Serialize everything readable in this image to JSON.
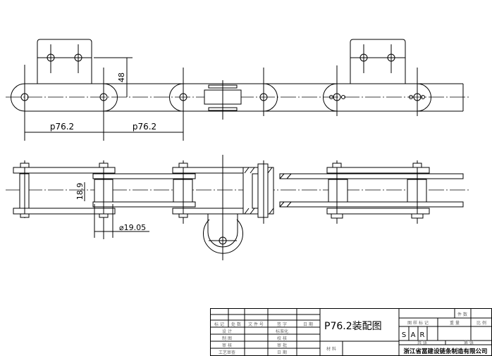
{
  "drawing": {
    "dimensions": {
      "attachment_height": "48",
      "pitch_1": "p76.2",
      "pitch_2": "p76.2",
      "inner_width": "18.9",
      "roller_diameter": "⌀19.05"
    }
  },
  "title_block": {
    "title": "P76.2装配图",
    "rev_headers": [
      "标 记",
      "处 数",
      "文 件 号",
      "签  字",
      "日 期"
    ],
    "left_rows": [
      {
        "label": "设  计",
        "label2": "标准化"
      },
      {
        "label": "制  图",
        "label2": "校  核"
      },
      {
        "label": "审  核",
        "label2": "审  批"
      },
      {
        "label": "工艺审查",
        "label2": "日  期"
      }
    ],
    "material_label": "材 料",
    "quantity_label": "件 数",
    "pattern_mark_label": "图 样 标 记",
    "weight_label": "重  量",
    "scale_label": "比 例",
    "pattern_marks": [
      "S",
      "A",
      "R"
    ],
    "sheets_total_label": "共    张",
    "sheet_label": "第    张",
    "company": "浙江省冨建设链条制造有限公司"
  }
}
